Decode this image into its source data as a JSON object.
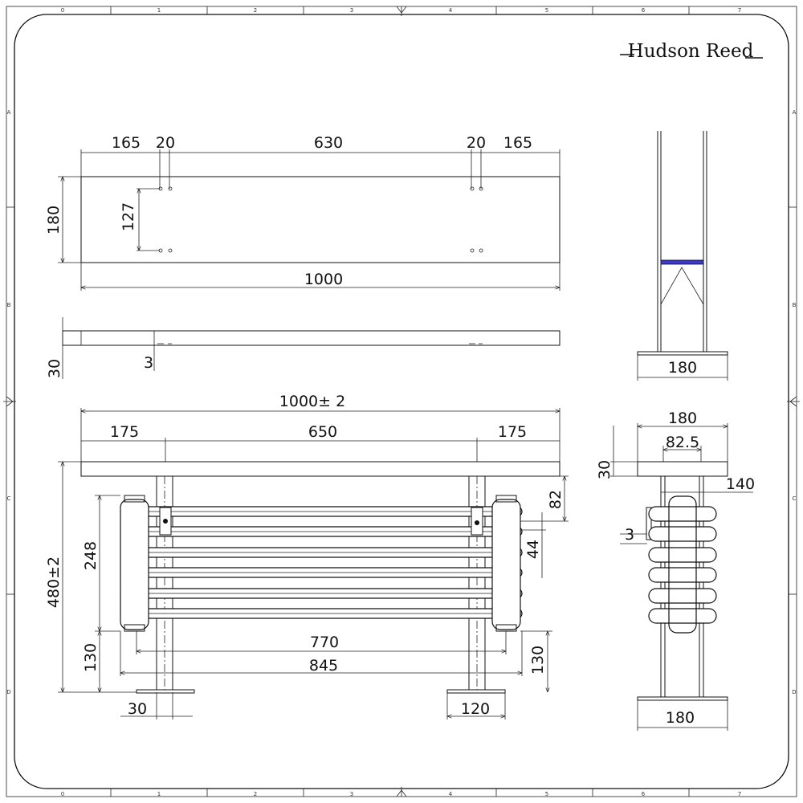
{
  "brand": {
    "name": "Hudson Reed"
  },
  "frame": {
    "column_labels": [
      "0",
      "1",
      "2",
      "3",
      "4",
      "5",
      "6",
      "7"
    ],
    "row_labels": [
      "A",
      "B",
      "C",
      "D"
    ]
  },
  "top_view": {
    "dim_165_left": "165",
    "dim_20_left": "20",
    "dim_630": "630",
    "dim_20_right": "20",
    "dim_165_right": "165",
    "dim_180": "180",
    "dim_127": "127",
    "dim_1000": "1000"
  },
  "side_strip": {
    "dim_30": "30",
    "dim_3": "3"
  },
  "front_view": {
    "dim_total": "1000± 2",
    "dim_175_left": "175",
    "dim_650": "650",
    "dim_175_right": "175",
    "dim_height": "480±2",
    "dim_248": "248",
    "dim_130_left": "130",
    "dim_770": "770",
    "dim_845": "845",
    "dim_130_right": "130",
    "dim_82": "82",
    "dim_44": "44",
    "dim_30_foot": "30",
    "dim_120": "120"
  },
  "end_view_upper": {
    "dim_180": "180"
  },
  "end_view_lower": {
    "dim_180_top": "180",
    "dim_82_5": "82.5",
    "dim_30": "30",
    "dim_140": "140",
    "dim_3": "3",
    "dim_180_bottom": "180"
  },
  "colors": {
    "line": "#111111",
    "accent": "#3a3ad0"
  }
}
